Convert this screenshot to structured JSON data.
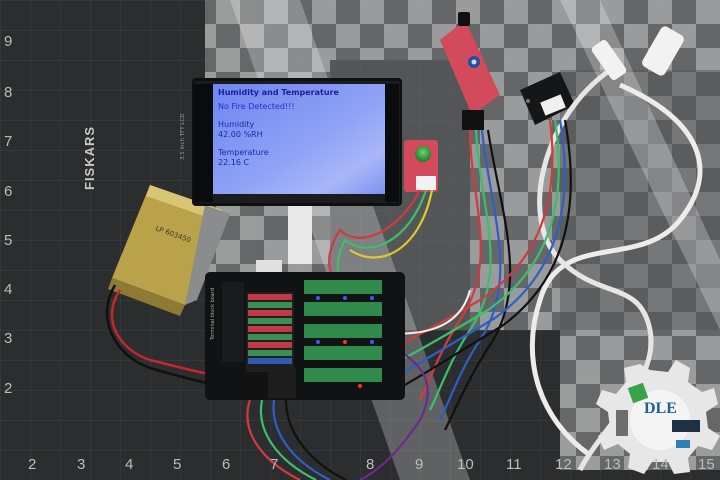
{
  "lcd": {
    "title": "Humidity and Temperature",
    "status": "No Fire Detected!!!",
    "humidity_label": "Humidity",
    "humidity_value": "42.00 %RH",
    "temperature_label": "Temperature",
    "temperature_value": "22.16 C"
  },
  "mat": {
    "brand": "FISKARS",
    "left_numbers": [
      "9",
      "8",
      "7",
      "6",
      "5",
      "4",
      "3",
      "2"
    ],
    "bottom_numbers": [
      "2",
      "3",
      "4",
      "5",
      "6",
      "7",
      "8",
      "9",
      "10",
      "11",
      "12",
      "13",
      "14",
      "15"
    ]
  },
  "logo": {
    "text": "DLE"
  },
  "colors": {
    "mat": "#2b2d2e",
    "grid": "#3c4245",
    "lcd_screen": "#7f96f2",
    "lcd_text_title": "#1b1f9c",
    "lcd_text_body": "#1b2ba8",
    "lcd_text_alert": "#2c2ccc",
    "sensor_board": "#d24a5b",
    "cable": "#e9e9e9"
  }
}
